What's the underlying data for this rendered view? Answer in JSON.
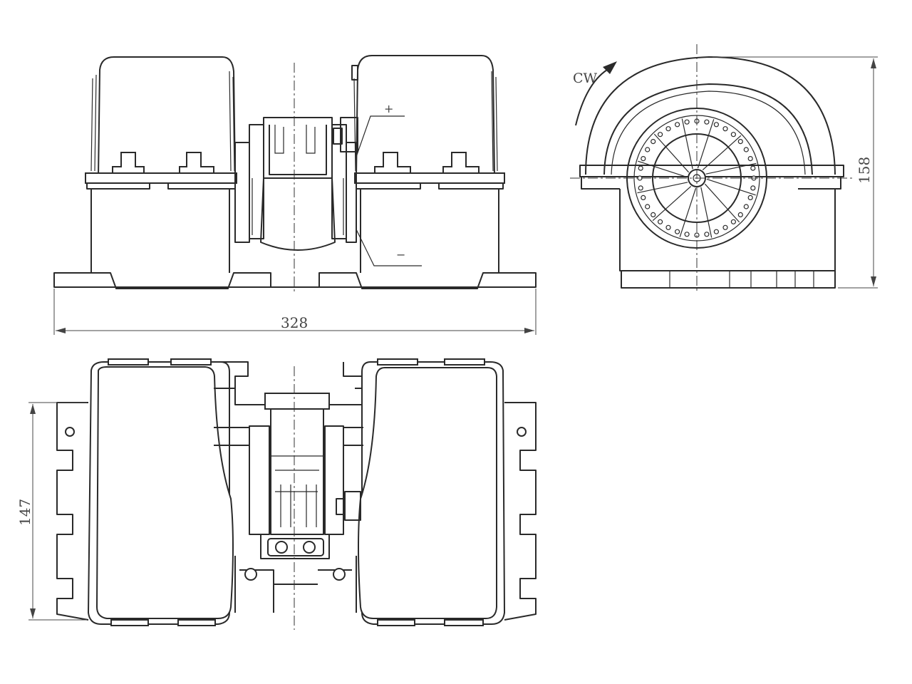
{
  "dimensions": {
    "width": "328",
    "height": "158",
    "depth": "147"
  },
  "labels": {
    "rotation": "CW",
    "positive": "+",
    "negative": "−"
  }
}
